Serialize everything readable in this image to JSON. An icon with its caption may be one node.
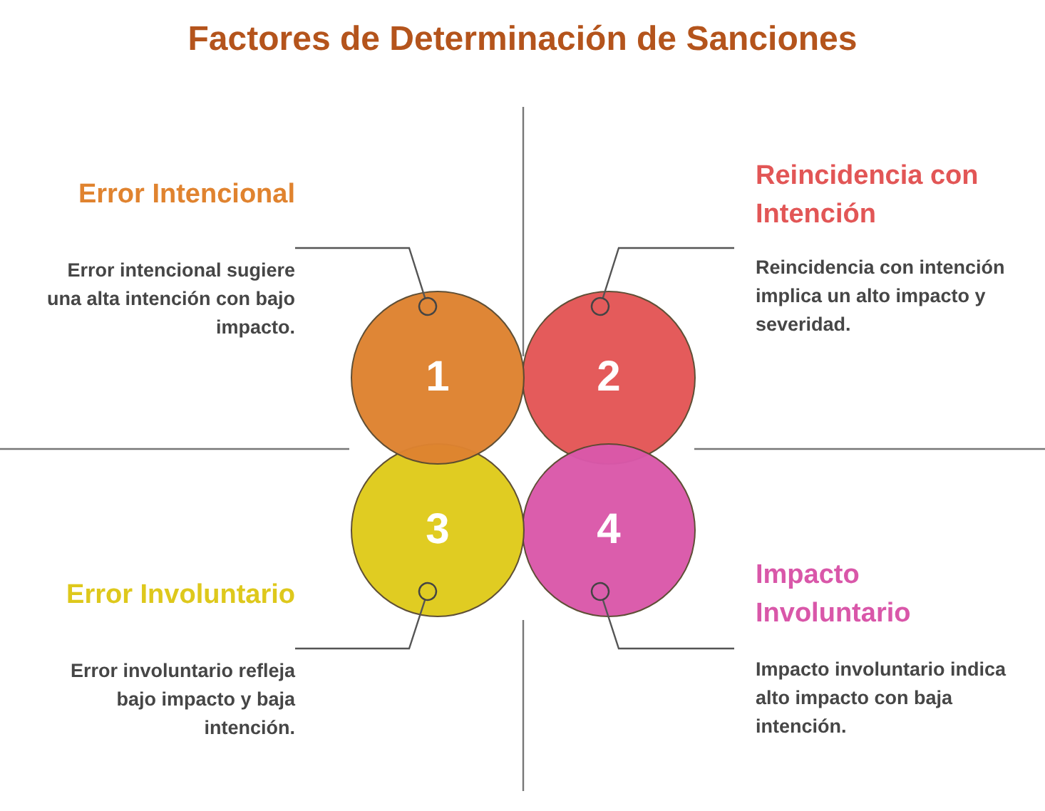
{
  "diagram": {
    "title": "Factores de Determinación de Sanciones",
    "nodes": [
      {
        "text": [
          "Error Intencional",
          "Error intencional sugiere una alta intención con bajo impacto."
        ]
      },
      {
        "text": [
          "Reincidencia con Intención",
          "Reincidencia con intención implica un alto impacto y severidad."
        ]
      },
      {
        "text": [
          "1"
        ]
      },
      {
        "text": [
          "2"
        ]
      },
      {
        "text": [
          "3"
        ]
      },
      {
        "text": [
          "4"
        ]
      },
      {
        "text": [
          "Error Involuntario",
          "Error involuntario refleja bajo impacto y baja intención."
        ]
      },
      {
        "text": [
          "Impacto Involuntario",
          "Impacto involuntario indica alto impacto con baja intención."
        ]
      }
    ],
    "edges": [
      {
        "from": 0,
        "to": 2,
        "arrow": "other"
      },
      {
        "from": 1,
        "to": 3,
        "arrow": "other"
      },
      {
        "from": 6,
        "to": 4,
        "arrow": "other"
      },
      {
        "from": 7,
        "to": 5,
        "arrow": "other"
      }
    ]
  }
}
